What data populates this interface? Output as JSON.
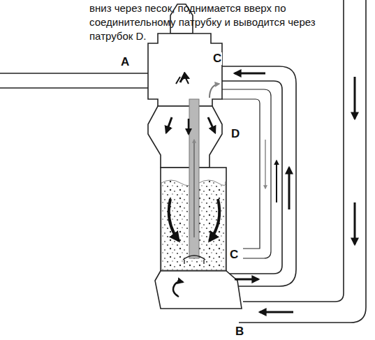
{
  "diagram": {
    "labels": [
      "вниз через песок, поднимается вверх по соединительному патрубку и выводится через патрубок D.",
      "A",
      "C",
      "D",
      "C",
      "B"
    ]
  }
}
